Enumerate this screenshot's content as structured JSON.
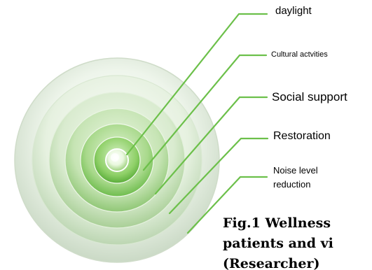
{
  "diagram": {
    "labels": [
      "daylight",
      "Cultural actvities",
      "Social support",
      "Restoration",
      "Noise level reduction"
    ],
    "caption": "Fig.1 Wellness patients and vi (Researcher)",
    "colors": {
      "leader_line": "#6cc04a",
      "ring_outer": "#eaf3e6",
      "ring_inner": "#7fc85a",
      "center": "#e6f6d8"
    }
  }
}
